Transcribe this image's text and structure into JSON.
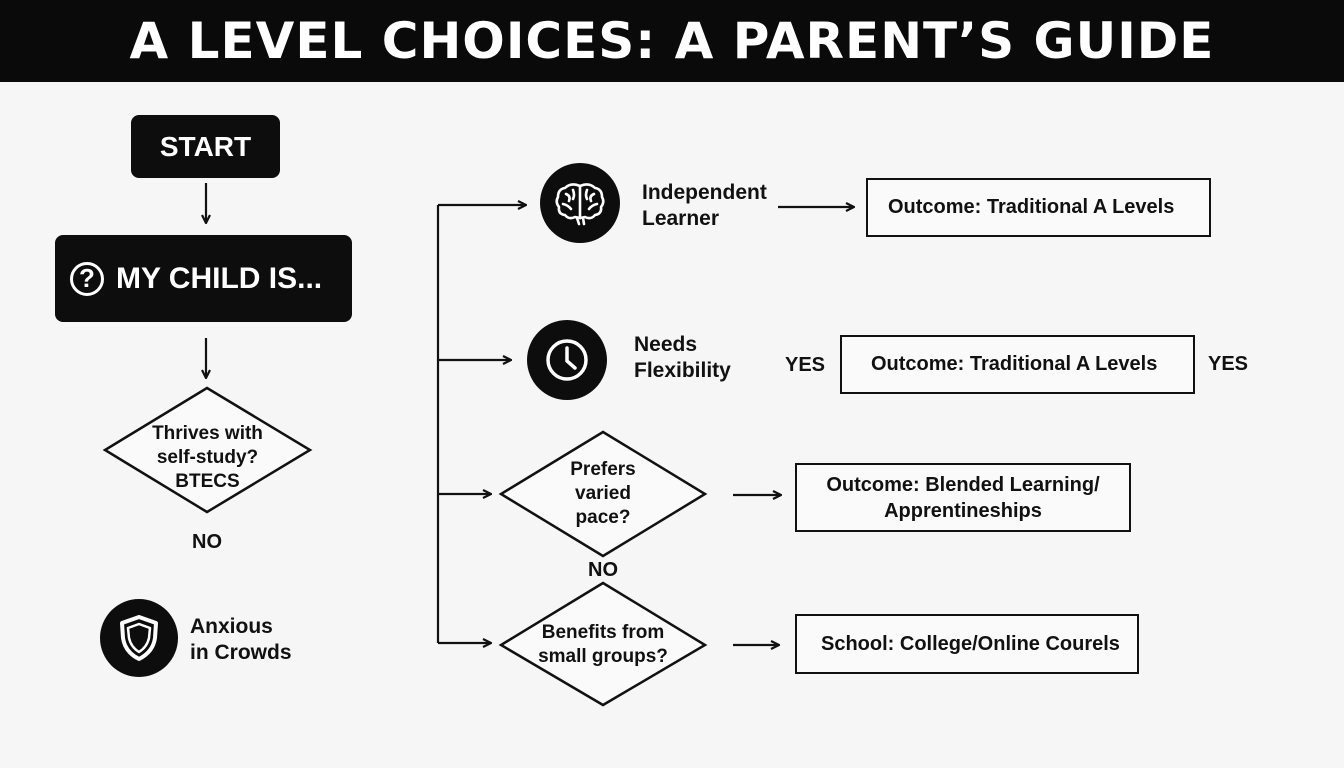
{
  "title": "A LEVEL CHOICES: A PARENT’S GUIDE",
  "start": "START",
  "my_child": {
    "icon": "question-icon",
    "label": "MY CHILD IS..."
  },
  "left_diamond": {
    "line1": "Thrives with",
    "line2": "self-study?",
    "line3": "BTECS"
  },
  "no_left": "NO",
  "anxious": {
    "icon": "shield-icon",
    "line1": "Anxious",
    "line2": "in Crowds"
  },
  "branches": {
    "independent": {
      "icon": "brain-icon",
      "line1": "Independent",
      "line2": "Learner",
      "outcome": "Outcome: Traditional A Levels"
    },
    "flexibility": {
      "icon": "clock-icon",
      "line1": "Needs",
      "line2": "Flexibility",
      "yes_left": "YES",
      "outcome": "Outcome: Traditional A Levels",
      "yes_right": "YES"
    },
    "varied": {
      "line1": "Prefers",
      "line2": "varied",
      "line3": "pace?",
      "no": "NO",
      "outcome_line1": "Outcome: Blended Learning/",
      "outcome_line2": "Apprentineships"
    },
    "groups": {
      "line1": "Benefits from",
      "line2": "small groups?",
      "outcome": "School: College/Online Courels"
    }
  }
}
